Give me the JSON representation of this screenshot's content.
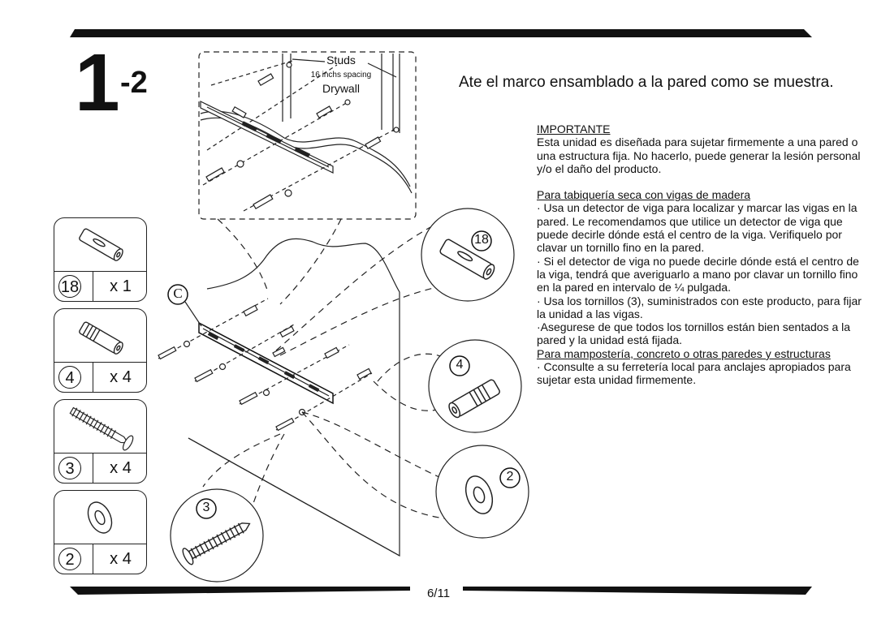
{
  "step": {
    "number": "1",
    "sub": "-2"
  },
  "headline": "Ate el marco ensamblado a la pared como se muestra.",
  "detail_labels": {
    "studs": "Studs",
    "spacing": "16 inchs spacing",
    "drywall": "Drywall"
  },
  "callout_letter": "C",
  "callouts": {
    "anchor_a": "18",
    "anchor_b": "4",
    "washer": "2",
    "screw": "3"
  },
  "parts": [
    {
      "number": "18",
      "qty": "x 1",
      "icon": "anchor-sleeve-icon"
    },
    {
      "number": "4",
      "qty": "x 4",
      "icon": "plastic-anchor-icon"
    },
    {
      "number": "3",
      "qty": "x 4",
      "icon": "screw-icon"
    },
    {
      "number": "2",
      "qty": "x 4",
      "icon": "washer-icon"
    }
  ],
  "instructions": {
    "important_heading": "IMPORTANTE",
    "important_text": "Esta unidad es diseñada para sujetar firmemente a una pared o una estructura fija. No hacerlo, puede generar la lesión personal y/o el daño del producto.",
    "drywall_heading": "Para tabiquería seca con vigas de madera",
    "drywall_p1": "· Usa un detector de viga para localizar y marcar las vigas en la pared. Le recomendamos que utilice un detector de viga que puede decirle dónde está el centro de la viga. Verifiquelo por clavar un tornillo fino en la pared.",
    "drywall_p2": "· Si el detector de viga no puede decirle dónde está el centro de la viga, tendrá que averiguarlo a mano por clavar un tornillo fino en la pared en intervalo de ¼ pulgada.",
    "drywall_p3": "· Usa los tornillos (3), suministrados con este producto, para fijar la unidad a las vigas.",
    "drywall_p4": "·Asegurese de que todos los tornillos están bien sentados a la pared y la unidad está fijada.",
    "masonry_heading": "Para mampostería, concreto o otras paredes y estructuras",
    "masonry_p1": "· Cconsulte a su ferretería local para anclajes apropiados para sujetar esta unidad firmemente."
  },
  "page_number": "6/11",
  "colors": {
    "ink": "#111111",
    "paper": "#ffffff"
  }
}
